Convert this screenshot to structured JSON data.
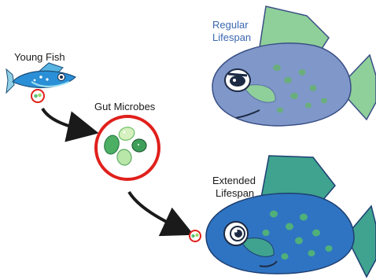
{
  "labels": {
    "young_fish": "Young Fish",
    "gut_microbes": "Gut Microbes",
    "regular_lifespan": [
      "Regular",
      "Lifespan"
    ],
    "extended_lifespan": [
      "Extended",
      "Lifespan"
    ]
  },
  "colors": {
    "regular_label": "#3b67b0",
    "highlight_circle": "#e0201b",
    "regular_fish_body": "#7f97c9",
    "regular_fish_fin": "#8fcf9a",
    "extended_fish_body": "#2f74c2",
    "extended_fish_fin": "#3fa38f",
    "young_fish_body": "#2a8fd6",
    "microbe_green": "#4caf64",
    "arrow": "#1a1a1a"
  },
  "icons": {
    "young_fish": "young-fish-icon",
    "regular_fish": "regular-fish-icon",
    "extended_fish": "extended-fish-icon",
    "microbe_cluster": "gut-microbes-icon",
    "arrow": "arrow-icon"
  }
}
